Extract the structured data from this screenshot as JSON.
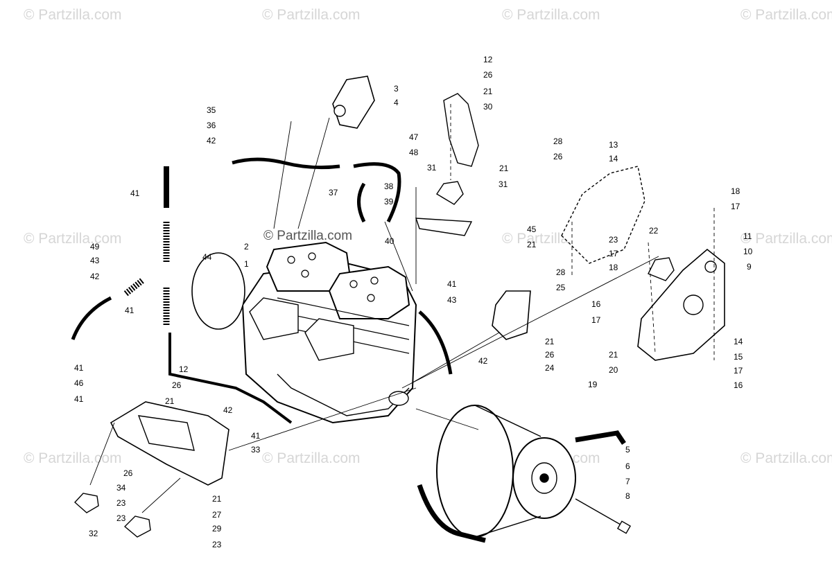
{
  "watermark": "© Partzilla.com",
  "center_watermark": "© Partzilla.com",
  "callouts": [
    "1",
    "2",
    "3",
    "4",
    "5",
    "6",
    "7",
    "8",
    "9",
    "10",
    "11",
    "12",
    "12",
    "13",
    "14",
    "14",
    "15",
    "16",
    "16",
    "17",
    "17",
    "17",
    "17",
    "18",
    "18",
    "19",
    "20",
    "21",
    "21",
    "21",
    "21",
    "21",
    "21",
    "21",
    "22",
    "23",
    "23",
    "23",
    "23",
    "24",
    "25",
    "26",
    "26",
    "26",
    "26",
    "26",
    "27",
    "28",
    "28",
    "29",
    "30",
    "31",
    "31",
    "32",
    "33",
    "34",
    "35",
    "36",
    "37",
    "38",
    "39",
    "40",
    "41",
    "41",
    "41",
    "41",
    "41",
    "41",
    "42",
    "42",
    "42",
    "42",
    "43",
    "43",
    "44",
    "45",
    "46",
    "47",
    "48",
    "49"
  ]
}
